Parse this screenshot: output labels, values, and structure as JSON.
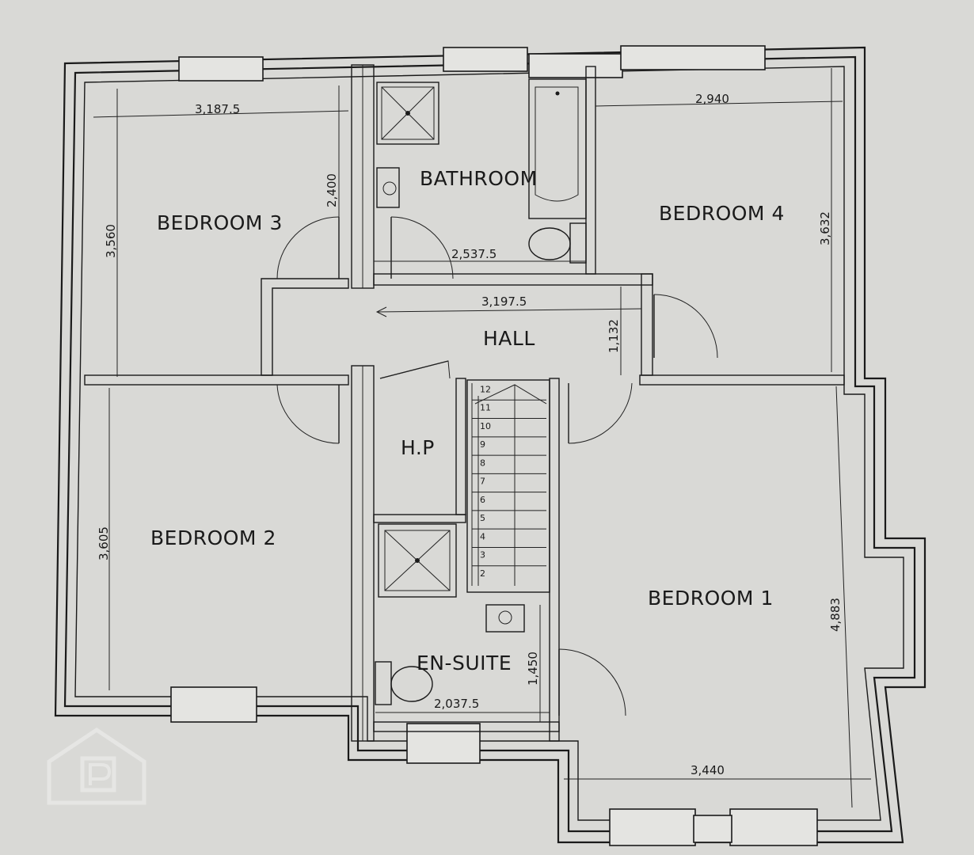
{
  "rooms": {
    "bedroom3": "BEDROOM 3",
    "bathroom": "BATHROOM",
    "bedroom4": "BEDROOM 4",
    "hall": "HALL",
    "bedroom2": "BEDROOM 2",
    "hp": "H.P",
    "ensuite": "EN-SUITE",
    "bedroom1": "BEDROOM 1"
  },
  "dimensions": {
    "bed3_width": "3,187.5",
    "bed3_depth": "3,560",
    "bath_depth": "2,400",
    "bath_width": "2,537.5",
    "bed4_width": "2,940",
    "bed4_depth": "3,632",
    "hall_width": "3,197.5",
    "hall_depth": "1,132",
    "bed2_depth": "3,605",
    "ensuite_depth": "1,450",
    "ensuite_width": "2,037.5",
    "bed1_depth": "4,883",
    "bed1_width": "3,440"
  },
  "stairs": [
    "12",
    "11",
    "10",
    "9",
    "8",
    "7",
    "6",
    "5",
    "4",
    "3",
    "2"
  ],
  "icons": {
    "watermark": "property-logo-icon"
  }
}
